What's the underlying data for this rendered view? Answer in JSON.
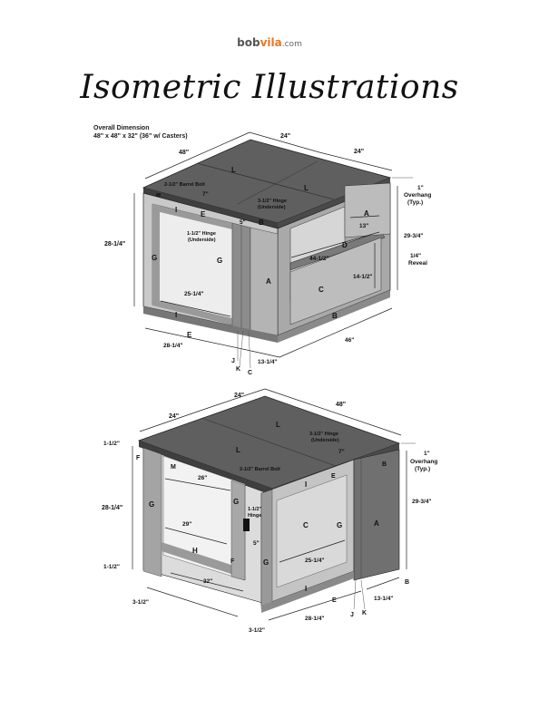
{
  "brand": {
    "name_part1": "bob",
    "name_part2": "vila",
    "domain": ".com"
  },
  "title": "Isometric Illustrations",
  "overall": {
    "line1": "Overall Dimension",
    "line2": "48\" x 48\" x 32\" (36\" w/ Casters)"
  },
  "diagram1": {
    "labels": {
      "L_left": "L",
      "L_right": "L",
      "A_top": "A",
      "A_side": "A",
      "D": "D",
      "C": "C",
      "B_bottom": "B",
      "B_front": "B",
      "I_top": "I",
      "I_bottom": "I",
      "E_top": "E",
      "E_bottom": "E",
      "G_left": "G",
      "G_mid": "G",
      "J": "J",
      "K": "K",
      "C_bottom": "C"
    },
    "dims": {
      "top_48": "48\"",
      "top_24a": "24\"",
      "top_24b": "24\"",
      "overhang": "1\"",
      "overhang_note": "Overhang",
      "overhang_typ": "(Typ.)",
      "h_29_34": "29-3/4\"",
      "reveal_a": "1/4\"",
      "reveal_b": "Reveal",
      "d13": "13\"",
      "d44_12": "44-1/2\"",
      "d14_12": "14-1/2\"",
      "d7": "7\"",
      "d5": "5\"",
      "h28_14": "28-1/4\"",
      "d25_14": "25-1/4\"",
      "b28_14": "28-1/4\"",
      "b13_14": "13-1/4\"",
      "b46": "46\""
    },
    "notes": {
      "barrel_bolt": "2-1/2\" Barrel Bolt",
      "hinge_a": "3-1/2\" Hinge",
      "hinge_b": "(Underside)",
      "hinge2_a": "1-1/2\" Hinge",
      "hinge2_b": "(Underside)"
    }
  },
  "diagram2": {
    "labels": {
      "L_top": "L",
      "L_mid": "L",
      "F_top": "F",
      "F_bottom": "F",
      "M": "M",
      "E_top": "E",
      "E_bottom": "E",
      "I_top": "I",
      "I_bottom": "I",
      "G_left": "G",
      "G_mid": "G",
      "G_right": "G",
      "G_front": "G",
      "H": "H",
      "C": "C",
      "A": "A",
      "B_top": "B",
      "B_bottom": "B",
      "J": "J",
      "K": "K"
    },
    "dims": {
      "top_24a": "24\"",
      "top_24b": "24\"",
      "top_48": "48\"",
      "d1_12_top": "1-1/2\"",
      "d1_12_bot": "1-1/2\"",
      "h28_14": "28-1/4\"",
      "d26": "26\"",
      "d29": "29\"",
      "d32": "32\"",
      "d7": "7\"",
      "d5": "5\"",
      "d25_14": "25-1/4\"",
      "overhang": "1\"",
      "overhang_note": "Overhang",
      "overhang_typ": "(Typ.)",
      "h_29_34": "29-3/4\"",
      "b13_14": "13-1/4\"",
      "b28_14": "28-1/4\"",
      "b3_12a": "3-1/2\"",
      "b3_12b": "3-1/2\""
    },
    "notes": {
      "hinge_a": "3-1/2\" Hinge",
      "hinge_b": "(Underside)",
      "barrel_bolt": "2-1/2\" Barrel Bolt",
      "hinge2_a": "1-1/2\"",
      "hinge2_b": "Hinge"
    }
  }
}
